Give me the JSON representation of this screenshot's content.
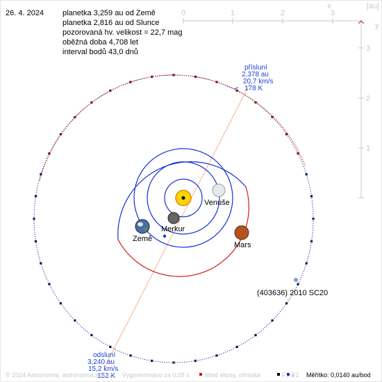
{
  "header": {
    "date": "26. 4. 2024",
    "lines": [
      "planetka 3,259 au od Země",
      "planetka 2,816 au od Slunce",
      "pozorovaná hv. velikost = 22,7 mag",
      "oběžná doba 4,708 let",
      "interval bodů 43,0 dnů"
    ]
  },
  "axes": {
    "x_ticks": [
      "0",
      "1",
      "2",
      "3"
    ],
    "x_label": "x",
    "y_ticks": [
      "3",
      "2",
      "1"
    ],
    "y_label": "y",
    "unit_label": "[au]"
  },
  "perihelion": {
    "title": "přísluní",
    "distance": "2,378 au",
    "speed": "20,7 km/s",
    "temperature": "178 K"
  },
  "aphelion": {
    "title": "odsluní",
    "distance": "3,240 au",
    "speed": "15,2 km/s",
    "temperature": "152 K"
  },
  "bodies": {
    "venus": "Venuše",
    "mercury": "Merkur",
    "earth": "Země",
    "mars": "Mars"
  },
  "asteroid_name": "(403636) 2010 SC20",
  "footer": {
    "copyright": "© 2024 Astronomia, astronomia.zcu.cz",
    "generated": "Vygenerováno za 0,09 s",
    "legend_center": "střed elipsy, ohniska",
    "legend_f1": "F1 a",
    "legend_f2": "F2",
    "scale": "Měřítko: 0,0140 au/bod"
  },
  "colors": {
    "earth_orbit": "#1530d8",
    "mars_orbit": "#d01818",
    "asteroid_orbit_near": "#0a2a8a",
    "asteroid_orbit_far": "#d01818",
    "apsis_line": "#f2b48a",
    "label_blue": "#1a3fd6",
    "axis_gray": "#c8c8c8"
  }
}
